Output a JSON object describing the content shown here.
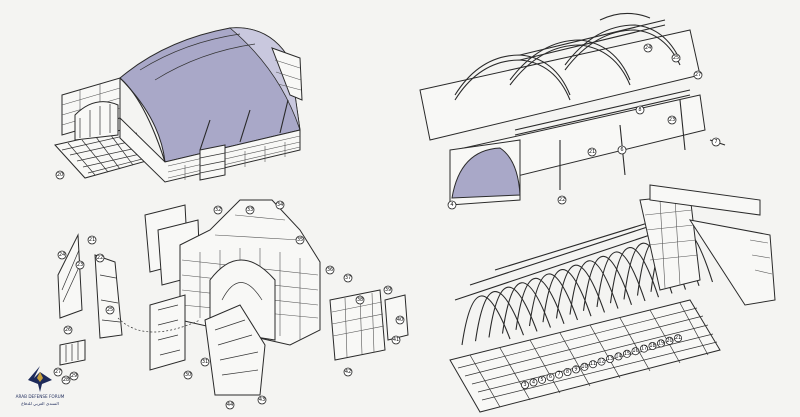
{
  "callouts": {
    "tl": [
      "20"
    ],
    "bl": [
      "21",
      "22",
      "23",
      "24",
      "25",
      "26",
      "27",
      "28",
      "29",
      "30",
      "31",
      "32",
      "33",
      "34",
      "35",
      "36",
      "37",
      "38",
      "39",
      "40",
      "41",
      "42",
      "43",
      "44"
    ],
    "rt": [
      "27",
      "23",
      "24",
      "25",
      "22",
      "4",
      "21",
      "6",
      "7",
      "8"
    ],
    "rb": [
      "3",
      "4",
      "5",
      "6",
      "7",
      "8",
      "9",
      "10",
      "11",
      "12",
      "13",
      "14",
      "15",
      "16",
      "17",
      "18",
      "19",
      "20",
      "21"
    ]
  },
  "watermark": {
    "line1": "ARAB DEFENSE FORUM",
    "line2": "المنتدى العربي للدفاع"
  },
  "colors": {
    "shade": "#a9a8c8",
    "shade_light": "#c9c8de",
    "watermark": "#1d2a5a",
    "paper": "#f4f4f2"
  }
}
